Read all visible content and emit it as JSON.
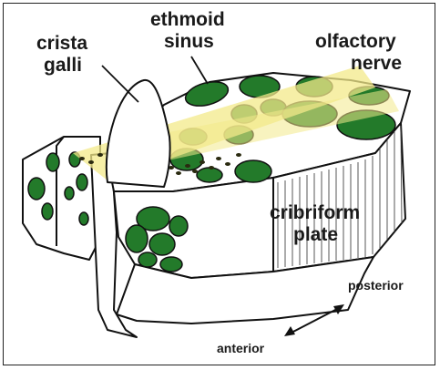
{
  "labels": {
    "crista_galli_line1": "crista",
    "crista_galli_line2": "galli",
    "ethmoid_sinus_line1": "ethmoid",
    "ethmoid_sinus_line2": "sinus",
    "olfactory_nerve_line1": "olfactory",
    "olfactory_nerve_line2": "nerve",
    "cribriform_plate_line1": "cribriform",
    "cribriform_plate_line2": "plate",
    "posterior": "posterior",
    "anterior": "anterior"
  },
  "colors": {
    "bone": "#ffffff",
    "outline": "#111111",
    "sinus_green": "#237a2a",
    "nerve_yellow": "#f3e98a",
    "nerve_dark": "#2a2a10"
  }
}
